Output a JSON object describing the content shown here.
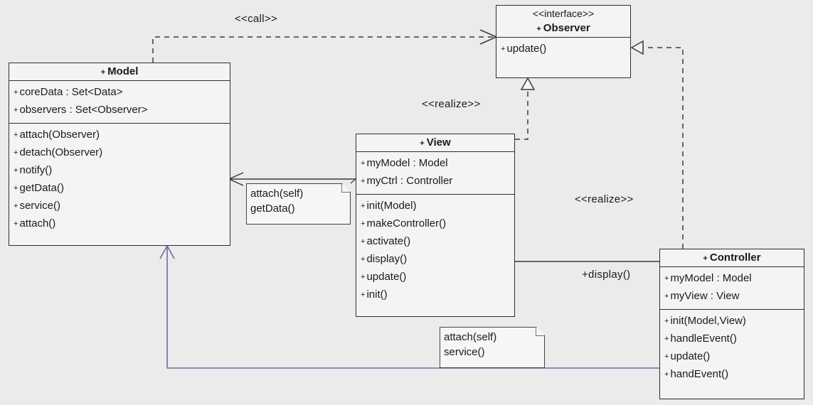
{
  "diagram": {
    "edge_labels": {
      "call": "<<call>>",
      "realize_view": "<<realize>>",
      "realize_controller": "<<realize>>",
      "display": "+display()"
    },
    "classes": {
      "observer": {
        "stereotype": "<<interface>>",
        "name": "Observer",
        "operations": [
          "update()"
        ]
      },
      "model": {
        "name": "Model",
        "attributes": [
          "coreData : Set<Data>",
          "observers : Set<Observer>"
        ],
        "operations": [
          "attach(Observer)",
          "detach(Observer)",
          "notify()",
          "getData()",
          "service()",
          "attach()"
        ]
      },
      "view": {
        "name": "View",
        "attributes": [
          "myModel : Model",
          "myCtrl : Controller"
        ],
        "operations": [
          "init(Model)",
          "makeController()",
          "activate()",
          "display()",
          "update()",
          "init()"
        ]
      },
      "controller": {
        "name": "Controller",
        "attributes": [
          "myModel : Model",
          "myView : View"
        ],
        "operations": [
          "init(Model,View)",
          "handleEvent()",
          "update()",
          "handEvent()"
        ]
      }
    },
    "notes": {
      "view_note": [
        "attach(self)",
        "getData()"
      ],
      "controller_note": [
        "attach(self)",
        "service()"
      ]
    }
  },
  "colors": {
    "background": "#ebebeb",
    "association_line": "#6a6aa8",
    "line": "#2e2e2e"
  }
}
